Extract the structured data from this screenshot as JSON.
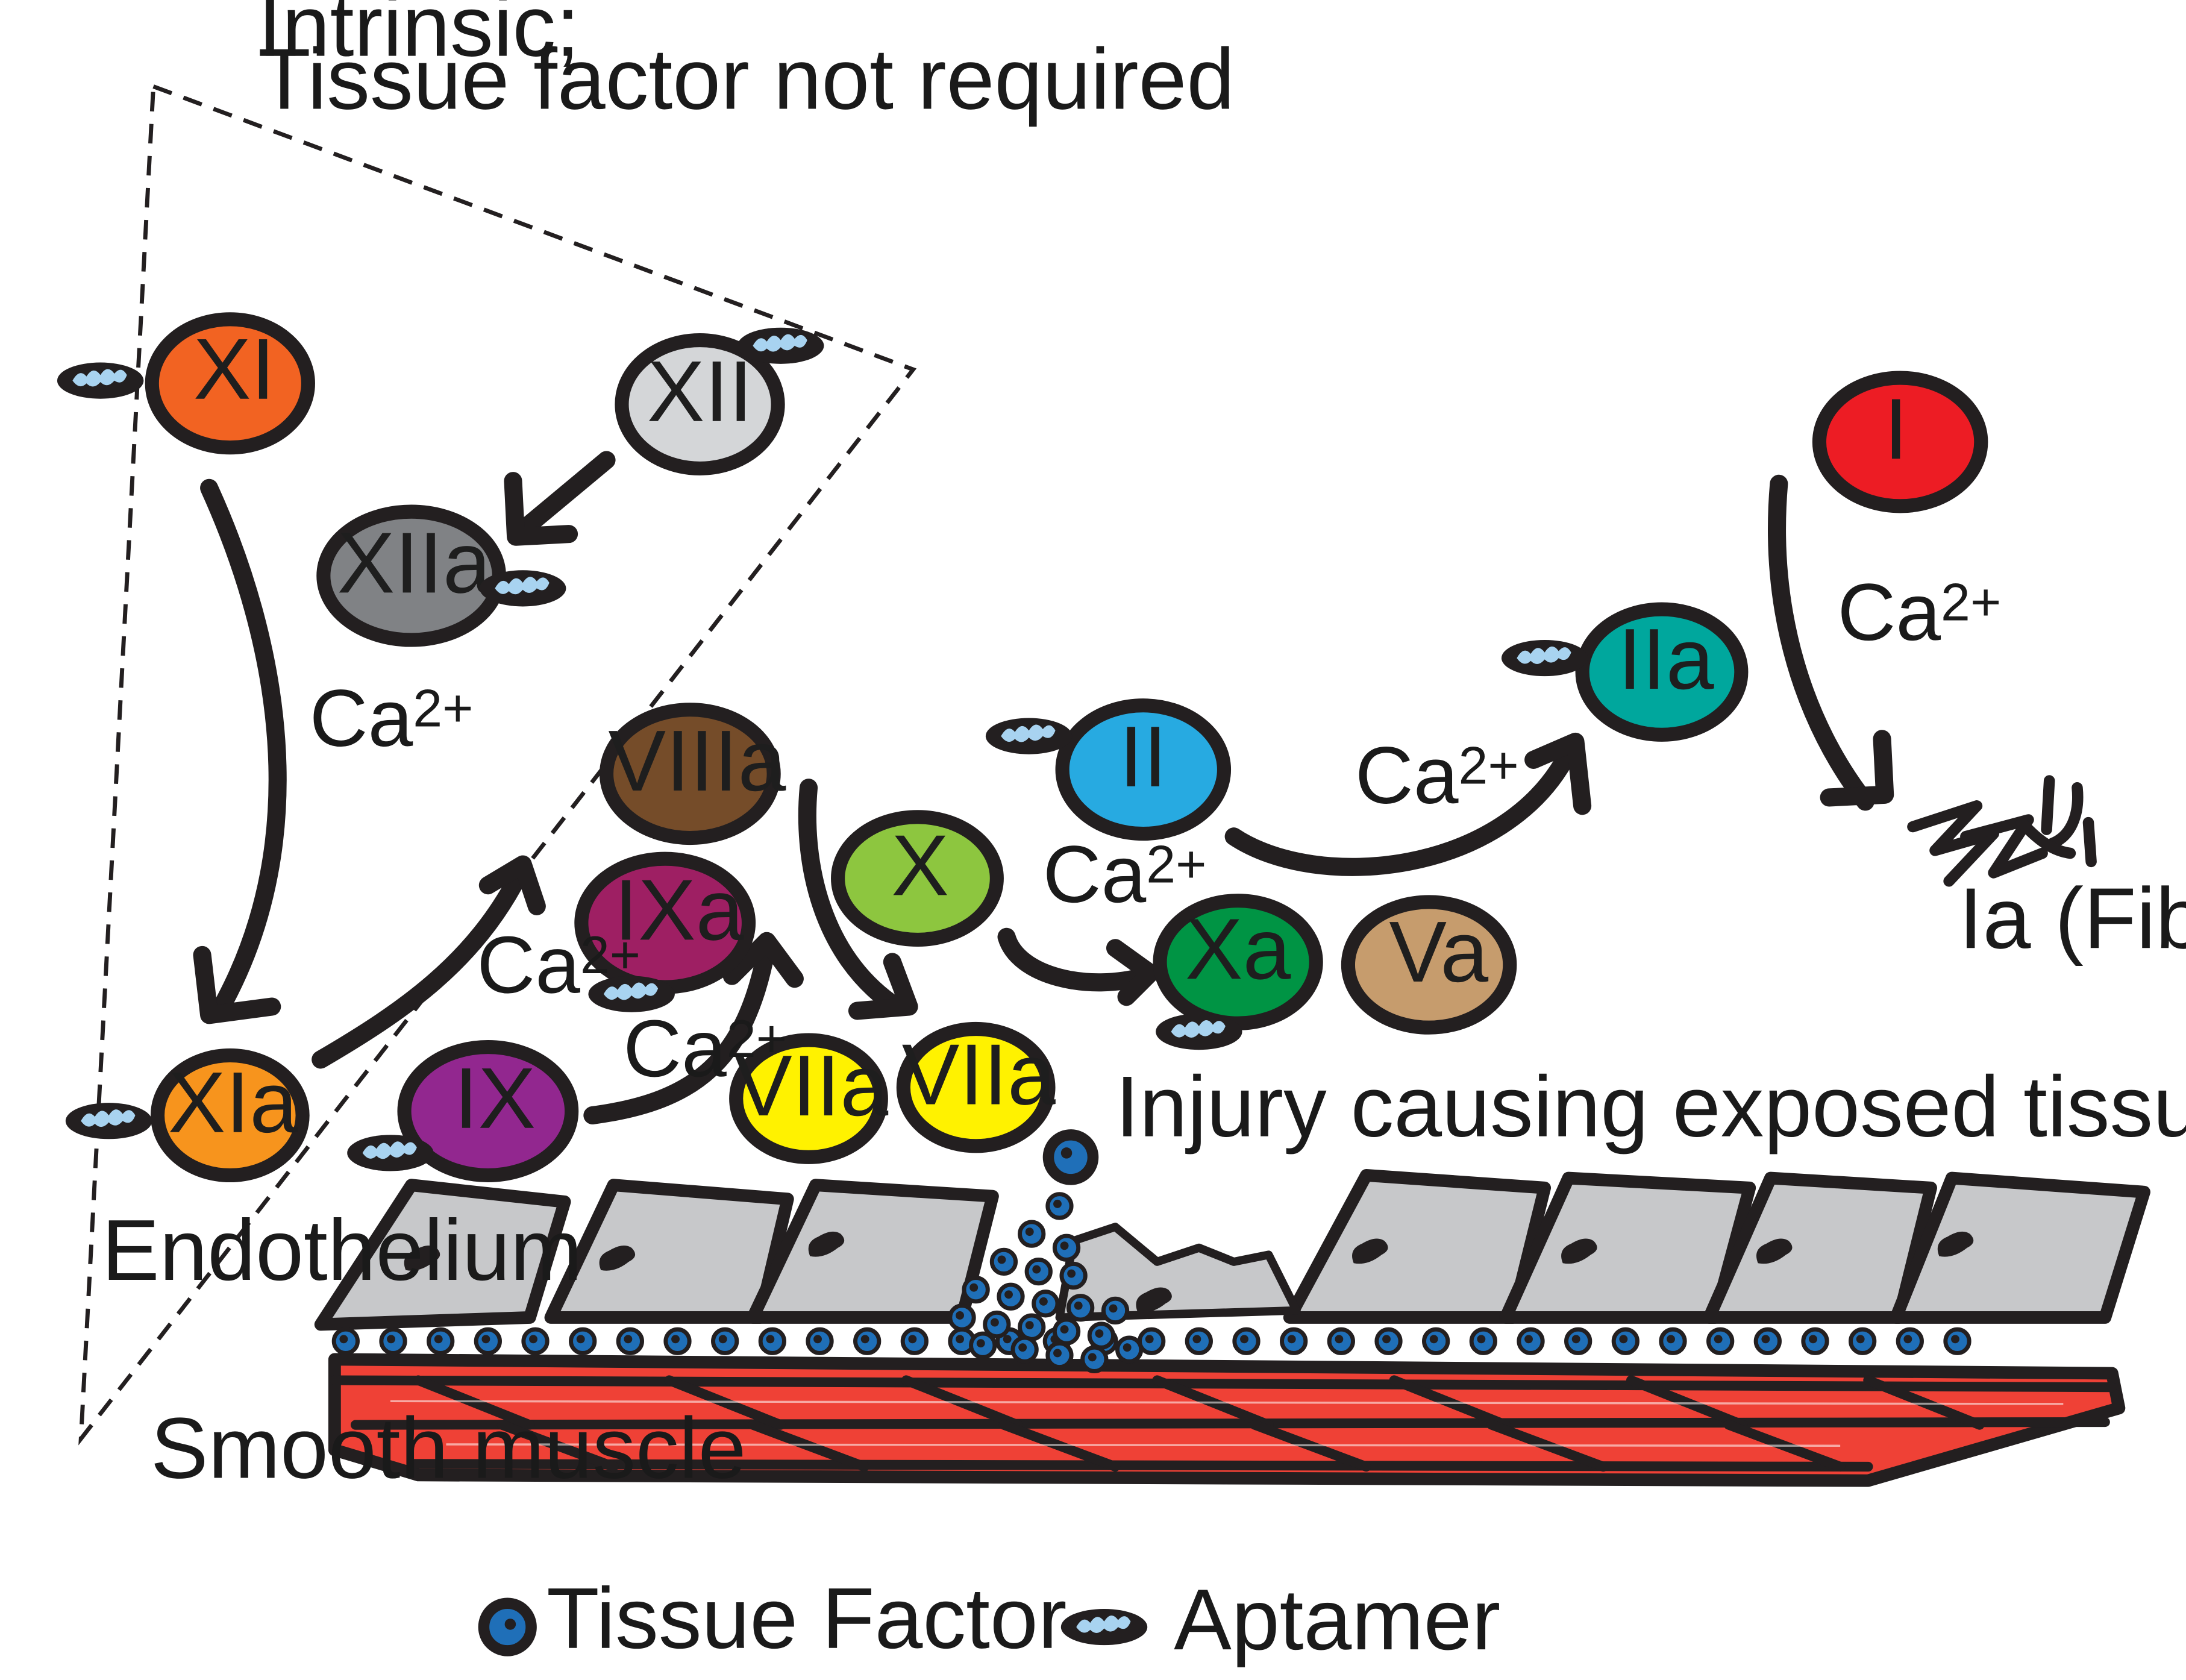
{
  "intrinsic": {
    "line1": "Intrinsic;",
    "line2": "Tissue factor not required"
  },
  "factors": {
    "XI": "XI",
    "XII": "XII",
    "XIIa": "XIIa",
    "XIa": "XIa",
    "IX": "IX",
    "IXa": "IXa",
    "VIIIa": "VIIIa",
    "VIIa_1": "VIIa",
    "VIIa_2": "VIIa",
    "X": "X",
    "Xa": "Xa",
    "Va": "Va",
    "II": "II",
    "IIa": "IIa",
    "I": "I"
  },
  "factor_colors": {
    "XI": "#f26322",
    "XII": "#d4d6d8",
    "XIIa": "#808285",
    "XIa": "#f7941d",
    "IX": "#92278f",
    "IXa": "#9e1f63",
    "VIIIa": "#754c29",
    "VIIa": "#fff200",
    "X": "#8dc63f",
    "Xa": "#009444",
    "Va": "#c69c6d",
    "II": "#27aae1",
    "IIa": "#00a79d",
    "I": "#ed1c24"
  },
  "calcium": {
    "base": "Ca",
    "charge": "2+"
  },
  "labels": {
    "fibrin": "Ia (Fibrin)",
    "injury": "Injury causing exposed tissue factor",
    "endothelium": "Endothelium",
    "smooth_muscle": "Smooth muscle"
  },
  "legend": {
    "tissue_factor": "Tissue Factor",
    "aptamer": "Aptamer"
  }
}
